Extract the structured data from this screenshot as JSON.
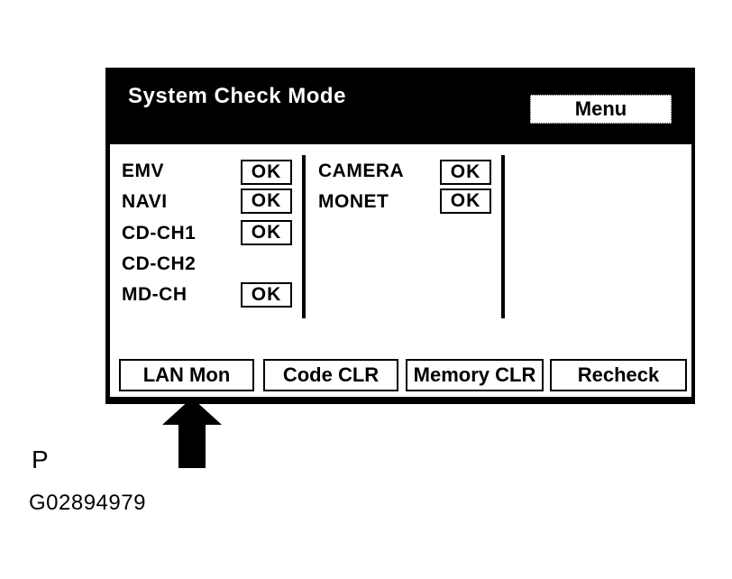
{
  "screen": {
    "title": "System Check Mode",
    "menu_button_label": "Menu",
    "left_column": [
      {
        "label": "EMV",
        "status": "OK"
      },
      {
        "label": "NAVI",
        "status": "OK"
      },
      {
        "label": "CD-CH1",
        "status": "OK"
      },
      {
        "label": "CD-CH2",
        "status": ""
      },
      {
        "label": "MD-CH",
        "status": "OK"
      }
    ],
    "right_column": [
      {
        "label": "CAMERA",
        "status": "OK"
      },
      {
        "label": "MONET",
        "status": "OK"
      }
    ],
    "buttons": [
      "LAN Mon",
      "Code CLR",
      "Memory CLR",
      "Recheck"
    ],
    "colors": {
      "header_bg": "#000000",
      "header_text": "#ffffff",
      "screen_bg": "#ffffff",
      "text": "#000000"
    }
  },
  "figure": {
    "page_label": "P",
    "figure_id": "G02894979"
  }
}
